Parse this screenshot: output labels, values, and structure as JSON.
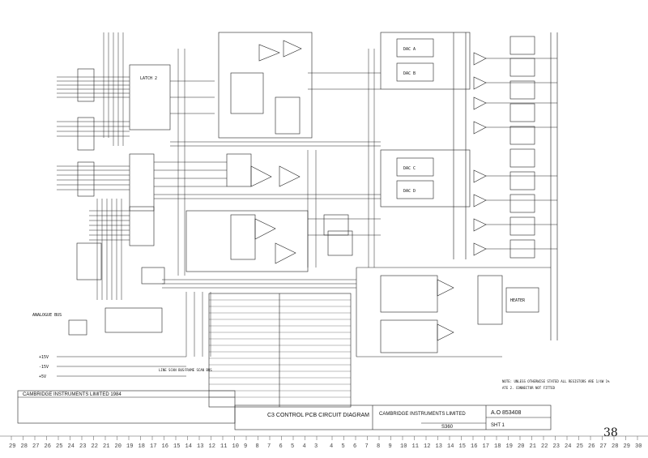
{
  "title_block": {
    "company": "CAMBRIDGE INSTRUMENTS LIMITED 1984",
    "drawing_title": "C3 CONTROL PCB CIRCUIT DIAGRAM",
    "maker": "CAMBRIDGE INSTRUMENTS LIMITED",
    "drawing_number": "A.O 853408",
    "sheet": "SHT 1",
    "model": "S360",
    "page_mark": "38"
  },
  "notes": {
    "resistors": "NOTE: UNLESS OTHERWISE STATED ALL RESISTORS ARE 1/4W 1%",
    "connector": "ATE 2. CONNECTOR NOT FITTED"
  },
  "left_labels": [
    "ANALOGUE BUS",
    "+15V",
    "-15V",
    "+5V"
  ],
  "bus_labels": [
    "LINE SCAN BUS",
    "FRAME SCAN BUS"
  ],
  "ic_labels": {
    "dac_a": "DAC A",
    "dac_b": "DAC B",
    "dac_c": "DAC C",
    "dac_d": "DAC D",
    "heater": "HEATER",
    "latch": "LATCH 2"
  },
  "ruler_left": [
    "29",
    "28",
    "27",
    "26",
    "25",
    "24",
    "23",
    "22",
    "21",
    "20",
    "19",
    "18",
    "17",
    "16",
    "15",
    "14",
    "13",
    "12",
    "11",
    "10",
    "9",
    "8",
    "7",
    "6",
    "5",
    "4",
    "3"
  ],
  "ruler_right": [
    "4",
    "5",
    "6",
    "7",
    "8",
    "9",
    "10",
    "11",
    "12",
    "13",
    "14",
    "15",
    "16",
    "17",
    "18",
    "19",
    "20",
    "21",
    "22",
    "23",
    "24",
    "25",
    "26",
    "27",
    "28",
    "29",
    "30"
  ]
}
